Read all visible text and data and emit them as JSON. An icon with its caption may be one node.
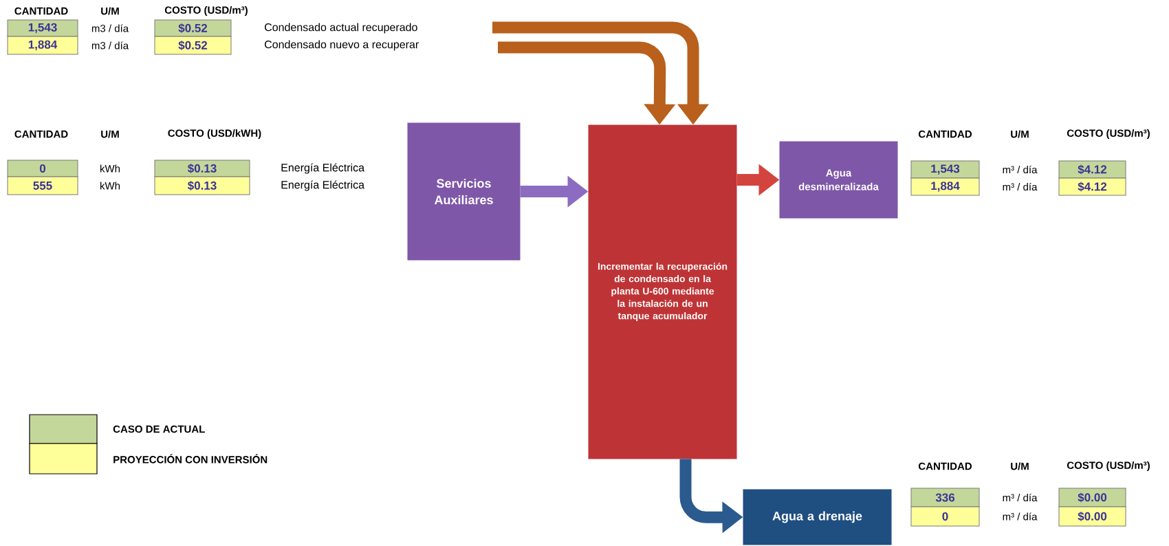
{
  "diagram": {
    "nodes": [
      {
        "text": [
          "Servicios Auxiliares"
        ]
      },
      {
        "text": [
          "Incrementar la recuperación de condensado en la planta U-600 mediante la instalación de un tanque acumulador"
        ]
      },
      {
        "text": [
          "Agua desmineralizada"
        ]
      },
      {
        "text": [
          "Agua a drenaje"
        ]
      }
    ],
    "edges": [
      {
        "from": null,
        "to": 1,
        "arrow": "to",
        "color": "#b8601c"
      },
      {
        "from": null,
        "to": 1,
        "arrow": "to",
        "color": "#b8601c"
      },
      {
        "from": 0,
        "to": 1,
        "arrow": "to",
        "color": "#8c6cc0"
      },
      {
        "from": 1,
        "to": 2,
        "arrow": "to",
        "color": "#d4443e"
      },
      {
        "from": 1,
        "to": 3,
        "arrow": "to",
        "color": "#2a5a8e"
      }
    ],
    "labels": [
      "CANTIDAD",
      "U/M",
      "COSTO (USD/m³)",
      "1,543",
      "m3 / día",
      "$0.52",
      "Condensado actual recuperado",
      "1,884",
      "m3 / día",
      "$0.52",
      "Condensado nuevo a recuperar",
      "CANTIDAD",
      "U/M",
      "COSTO (USD/kWH)",
      "0",
      "kWh",
      "$0.13",
      "Energía Eléctrica",
      "555",
      "kWh",
      "$0.13",
      "Energía Eléctrica",
      "CANTIDAD",
      "U/M",
      "COSTO (USD/m³)",
      "1,543",
      "m³ / día",
      "$4.12",
      "1,884",
      "m³ / día",
      "$4.12",
      "CANTIDAD",
      "U/M",
      "COSTO (USD/m³)",
      "336",
      "m³ / día",
      "$0.00",
      "0",
      "m³ / día",
      "$0.00"
    ],
    "legend": [
      {
        "text": "CASO DE ACTUAL",
        "color": "#c4d79b"
      },
      {
        "text": "PROYECCIÓN CON INVERSIÓN",
        "color": "#ffff99"
      }
    ]
  }
}
